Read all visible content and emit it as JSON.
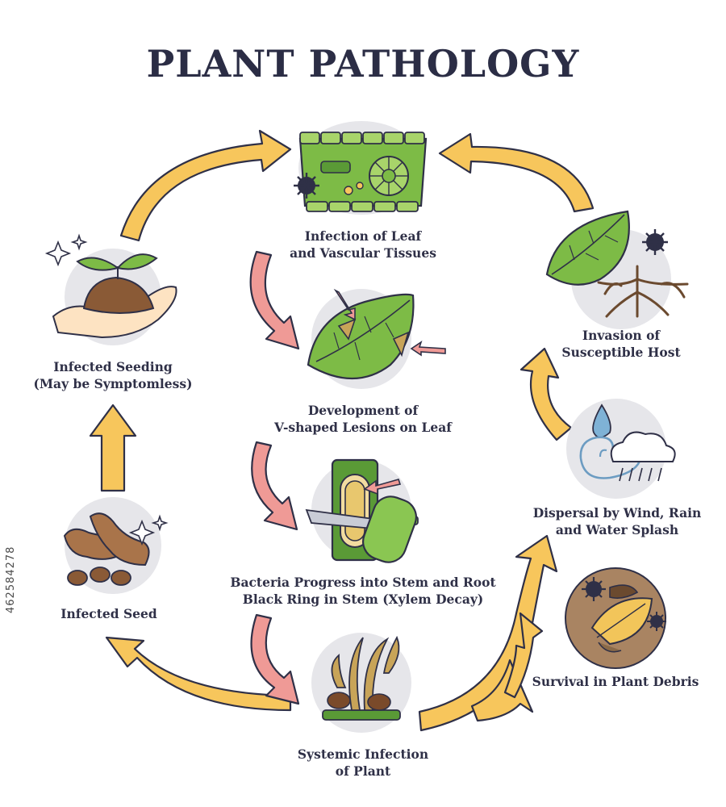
{
  "title": "PLANT PATHOLOGY",
  "side_id": "462584278",
  "stages": {
    "leaf_infection": [
      "Infection of Leaf",
      "and Vascular Tissues"
    ],
    "lesions": [
      "Development of",
      "V-shaped Lesions on Leaf"
    ],
    "stem": [
      "Bacteria Progress into Stem and Root",
      "Black Ring in Stem (Xylem Decay)"
    ],
    "systemic": [
      "Systemic Infection",
      "of Plant"
    ],
    "debris": [
      "Survival in Plant Debris"
    ],
    "dispersal": [
      "Dispersal by Wind, Rain",
      "and Water Splash"
    ],
    "invasion": [
      "Invasion of",
      "Susceptible Host"
    ],
    "seeding": [
      "Infected Seeding",
      "(May be Symptomless)"
    ],
    "seed": [
      "Infected Seed"
    ]
  },
  "colors": {
    "cycle_arrow": "#f7c65c",
    "progress_arrow": "#ef9a96",
    "leaf_green": "#7dbb46",
    "outline": "#2f3047",
    "pathogen": "#2f3047",
    "bubble": "#e6e6ea"
  }
}
